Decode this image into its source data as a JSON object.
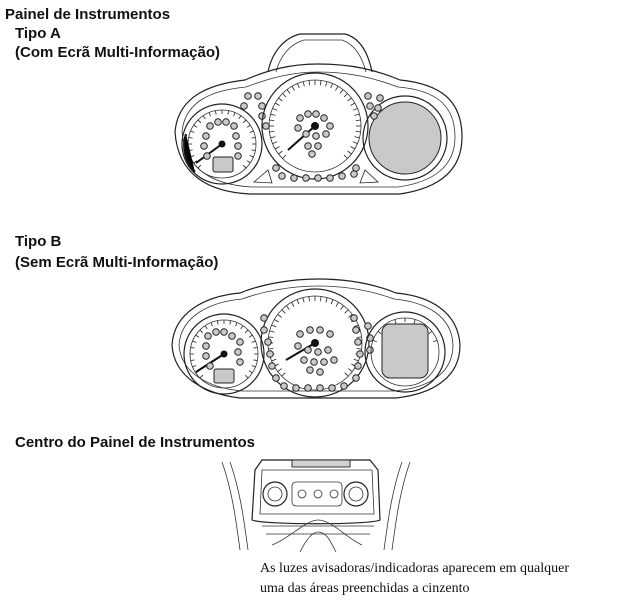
{
  "title": "Painel de Instrumentos",
  "type_a": {
    "title": "Tipo A",
    "subtitle": "(Com Ecrã Multi-Informação)"
  },
  "type_b": {
    "title": "Tipo B",
    "subtitle": "(Sem Ecrã Multi-Informação)"
  },
  "center": {
    "title": "Centro do Painel de Instrumentos"
  },
  "caption": {
    "line1": "As luzes avisadoras/indicadoras aparecem em qualquer",
    "line2": "uma das áreas preenchidas a cinzento"
  },
  "colors": {
    "gray_fill": "#c9c9c9",
    "outline": "#222222"
  }
}
